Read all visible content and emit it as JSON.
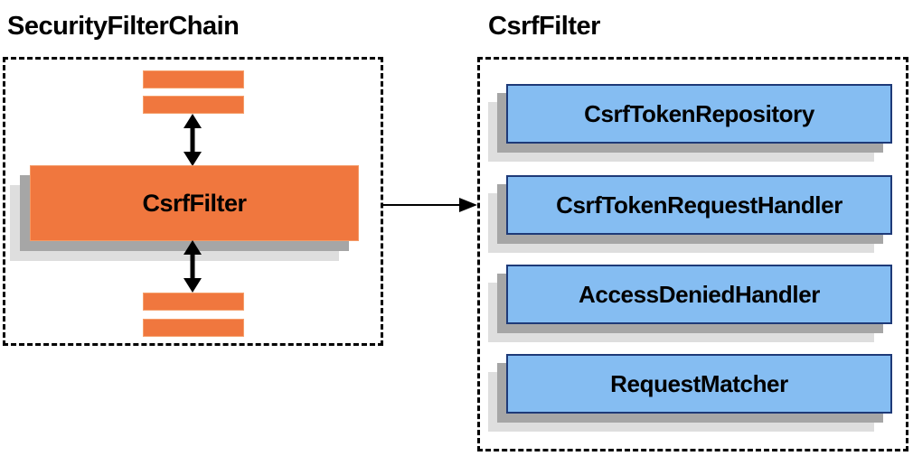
{
  "left_panel": {
    "title": "SecurityFilterChain",
    "filter_label": "CsrfFilter"
  },
  "right_panel": {
    "title": "CsrfFilter",
    "components": [
      "CsrfTokenRepository",
      "CsrfTokenRequestHandler",
      "AccessDeniedHandler",
      "RequestMatcher"
    ]
  },
  "icons": {
    "vertical_flow": "up-down-arrow-icon",
    "delegation": "right-arrow-icon"
  },
  "colors": {
    "orange": "#F0773E",
    "blue_fill": "#85BDF2",
    "blue_border": "#1E3A78",
    "shadow_mid": "#A6A6A6",
    "shadow_light": "#DEDEDE",
    "line": "#000000"
  }
}
